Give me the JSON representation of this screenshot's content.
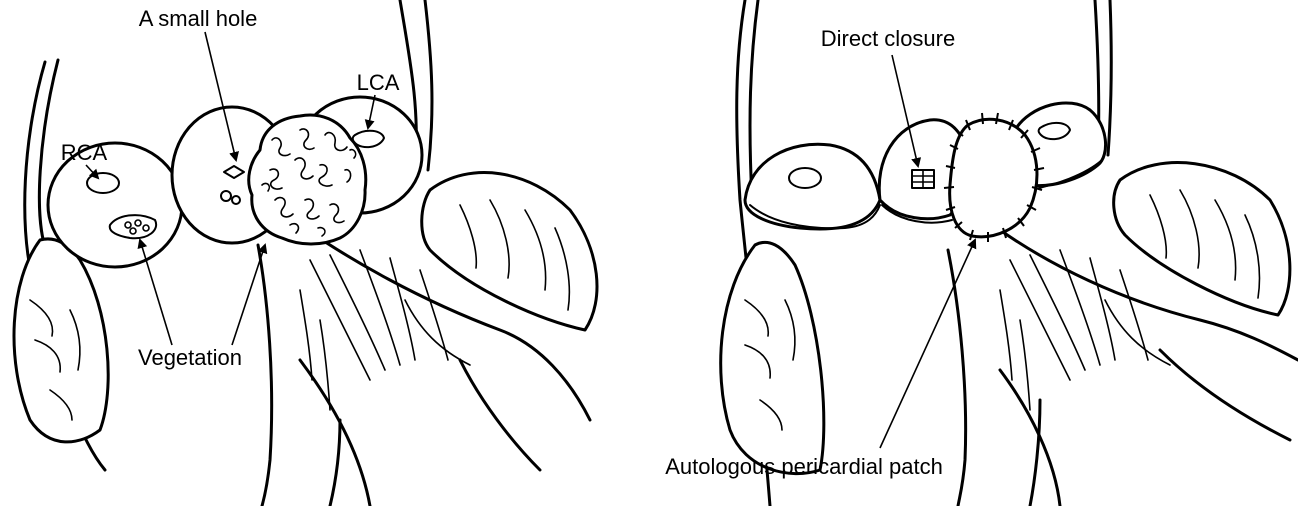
{
  "left_panel": {
    "labels": {
      "small_hole": "A small hole",
      "lca": "LCA",
      "rca": "RCA",
      "vegetation": "Vegetation"
    }
  },
  "right_panel": {
    "labels": {
      "direct_closure": "Direct closure",
      "patch": "Autologous pericardial patch"
    }
  }
}
